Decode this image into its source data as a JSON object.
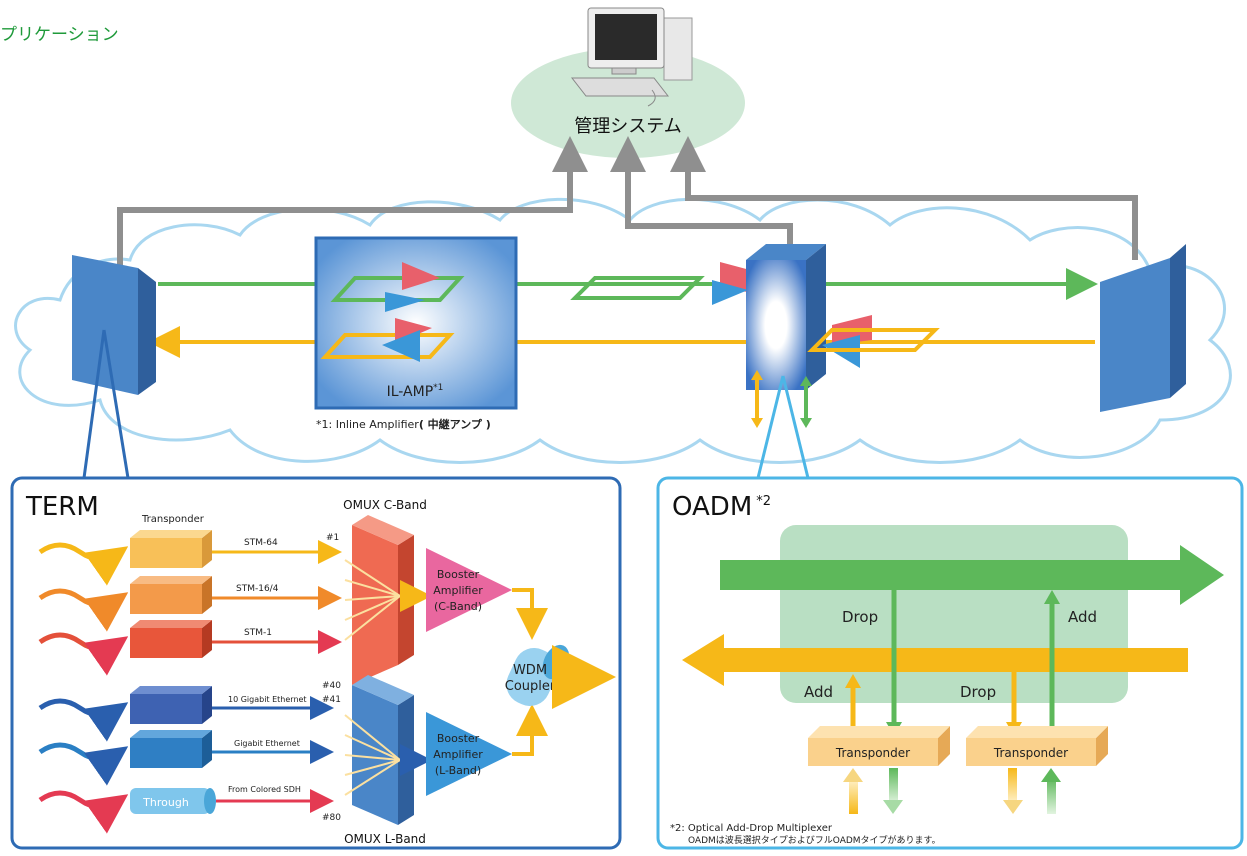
{
  "header": {
    "title": "プリケーション"
  },
  "management": {
    "label": "管理システム"
  },
  "il_amp": {
    "label": "IL-AMP",
    "sup": "*1"
  },
  "footnote1": {
    "marker": "*",
    "text": "1: Inline Amplifier",
    "paren": "( 中継アンプ )"
  },
  "term": {
    "title": "TERM",
    "transponder_label": "Transponder",
    "signals": [
      "STM-64",
      "STM-16/4",
      "STM-1",
      "10 Gigabit Ethernet",
      "Gigabit Ethernet",
      "From Colored SDH"
    ],
    "through_label": "Through",
    "channel_labels": [
      "#1",
      "#40",
      "#41",
      "#80"
    ],
    "omux_c": "OMUX C-Band",
    "omux_l": "OMUX L-Band",
    "booster_c": [
      "Booster",
      "Amplifier",
      "(C-Band)"
    ],
    "booster_l": [
      "Booster",
      "Amplifier",
      "(L-Band)"
    ],
    "wdm": [
      "WDM",
      "Coupler"
    ]
  },
  "oadm": {
    "title": "OADM",
    "sup": "*2",
    "drop": "Drop",
    "add": "Add",
    "transponder": "Transponder",
    "footnote_line1": "*2: Optical Add-Drop Multiplexer",
    "footnote_line2": "OADMは波長選択タイプおよびフルOADMタイプがあります。"
  },
  "colors": {
    "green": "#5db85a",
    "yellow": "#f6b818",
    "gray": "#8f8f8f",
    "blue_box": "#3e7fc4",
    "cloud": "#a9d7f0",
    "ellipse": "#cfe8d6"
  }
}
